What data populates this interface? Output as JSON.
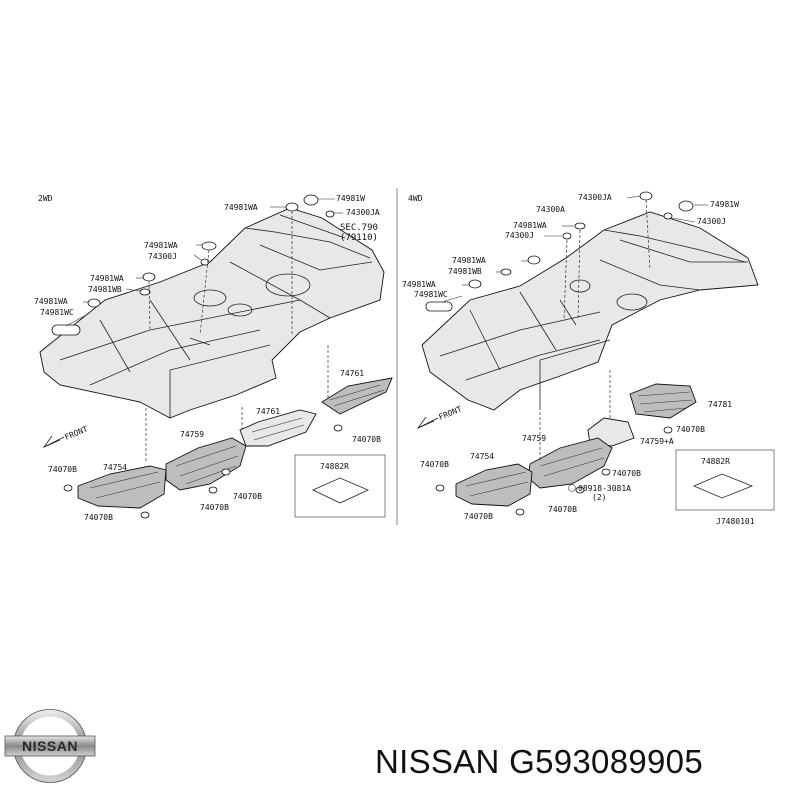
{
  "sections": {
    "left": "2WD",
    "right": "4WD"
  },
  "front_label": "FRONT",
  "reference_code": "J7480101",
  "logo_text": "NISSAN",
  "caption": "NISSAN G593089905",
  "left_labels": {
    "l1": "74981WA",
    "l2": "74981W",
    "l3": "74300JA",
    "l4": "SEC.790",
    "l5": "(79110)",
    "l6": "74981WA",
    "l7": "74300J",
    "l8": "74981WA",
    "l9": "74981WB",
    "l10": "74981WA",
    "l11": "74981WC",
    "l12": "74761",
    "l13": "74761",
    "l14": "74070B",
    "l15": "74759",
    "l16": "74754",
    "l17": "74070B",
    "l18": "74070B",
    "l19": "74070B",
    "l20": "74070B",
    "l21": "74882R"
  },
  "right_labels": {
    "r1": "74300JA",
    "r2": "74981W",
    "r3": "74300A",
    "r4": "74300J",
    "r5": "74981WA",
    "r6": "74300J",
    "r7": "74981WA",
    "r8": "74981WB",
    "r9": "74981WA",
    "r10": "74981WC",
    "r11": "74781",
    "r12": "74070B",
    "r13": "74759",
    "r14": "74759+A",
    "r15": "74754",
    "r16": "74070B",
    "r17": "74070B",
    "r18": "08918-3081A",
    "r19": "(2)",
    "r20": "74070B",
    "r21": "74070B",
    "r22": "74882R"
  }
}
